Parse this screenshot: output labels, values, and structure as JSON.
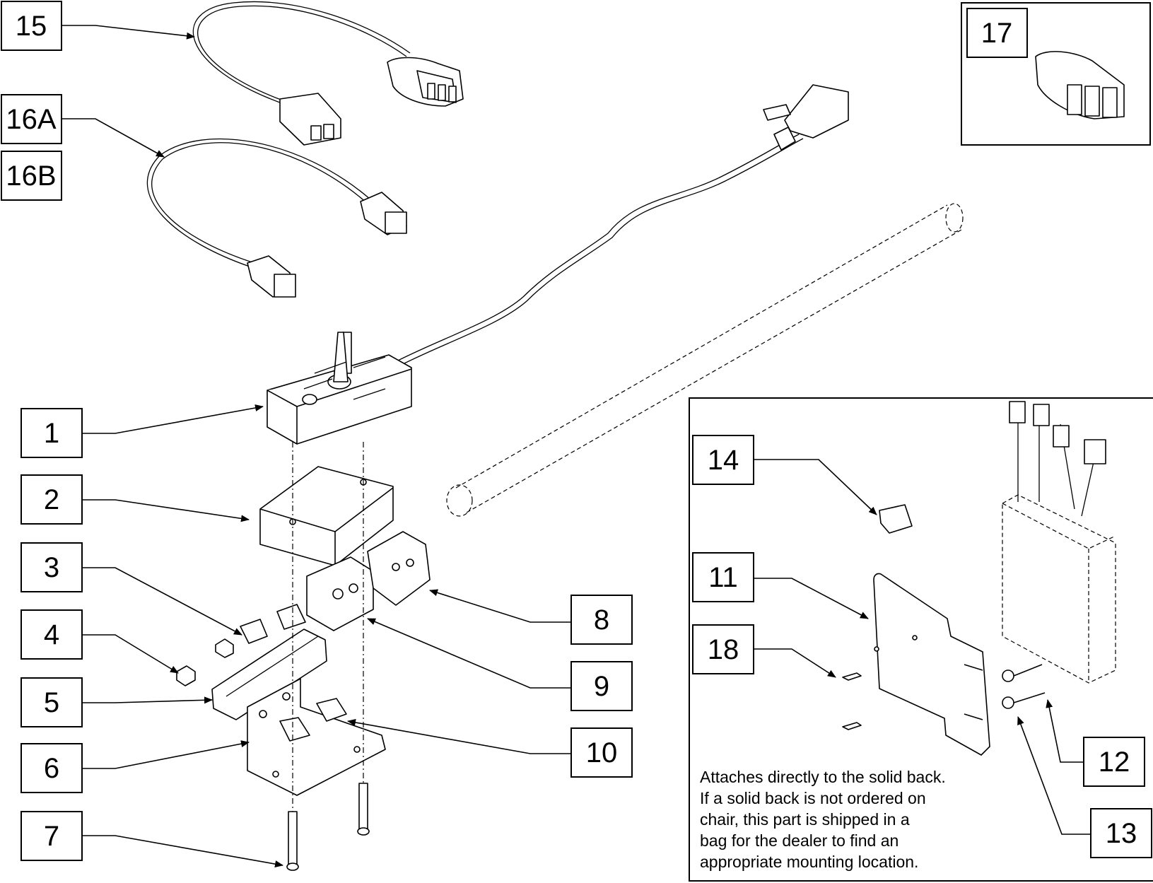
{
  "callouts": {
    "c1": "1",
    "c2": "2",
    "c3": "3",
    "c4": "4",
    "c5": "5",
    "c6": "6",
    "c7": "7",
    "c8": "8",
    "c9": "9",
    "c10": "10",
    "c11": "11",
    "c12": "12",
    "c13": "13",
    "c14": "14",
    "c15": "15",
    "c16a": "16A",
    "c16b": "16B",
    "c17": "17",
    "c18": "18"
  },
  "note": {
    "lines": [
      "Attaches directly to the solid back.",
      "If a solid back is not ordered on",
      "chair, this part is shipped in a",
      "bag for the dealer to find an",
      "appropriate mounting location."
    ]
  },
  "colors": {
    "line": "#000000",
    "background": "#ffffff"
  }
}
